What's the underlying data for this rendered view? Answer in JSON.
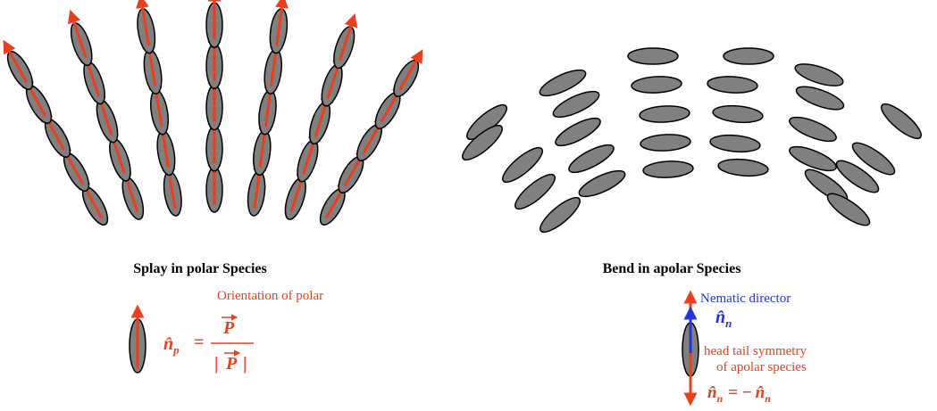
{
  "left_panel": {
    "caption": "Splay in polar Species",
    "legend": {
      "title": "Orientation of polar",
      "formula": {
        "lhs": "n̂",
        "lhs_sub": "p",
        "equals": "=",
        "numerator": "P",
        "denominator_left": "|",
        "denominator_var": "P",
        "denominator_right": "|"
      }
    }
  },
  "right_panel": {
    "caption": "Bend in apolar Species",
    "legend": {
      "director_label": "Nematic director",
      "director_symbol": "n̂",
      "director_sub": "n",
      "symmetry_line1": "head tail symmetry",
      "symmetry_line2": "of apolar species",
      "relation": {
        "lhs": "n̂",
        "lhs_sub": "n",
        "equals": "= −",
        "rhs": "n̂",
        "rhs_sub": "n"
      }
    }
  },
  "colors": {
    "particle_fill": "#808080",
    "particle_stroke": "#000000",
    "polar_arrow": "#e8401e",
    "director_arrow": "#2233dd",
    "text_red": "#e8401e",
    "text_blue": "#2233dd"
  }
}
